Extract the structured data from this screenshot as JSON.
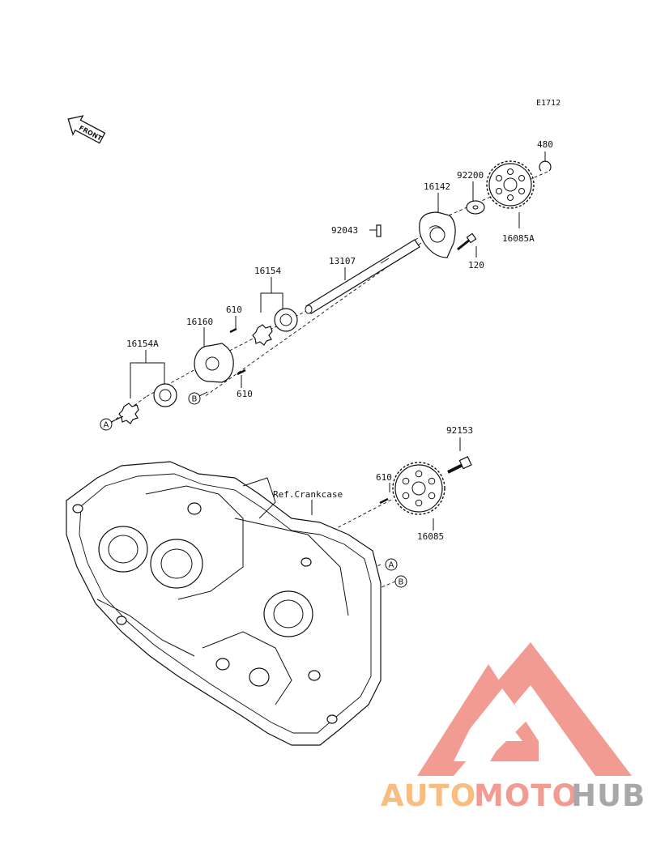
{
  "diagram_code": "E1712",
  "front_badge": "FRONT",
  "parts": {
    "p480": "480",
    "p92200": "92200",
    "p16142": "16142",
    "p16085A": "16085A",
    "p92043": "92043",
    "p120": "120",
    "p13107": "13107",
    "p16154": "16154",
    "p610a": "610",
    "p16160": "16160",
    "p16154A": "16154A",
    "p610b": "610",
    "p92153": "92153",
    "p610c": "610",
    "p16085": "16085",
    "ref_crankcase": "Ref.Crankcase"
  },
  "markers": {
    "a1": "A",
    "b1": "B",
    "a2": "A",
    "b2": "B"
  },
  "watermark": {
    "word1": "AUTO",
    "word2": "MOTO",
    "word3": "HUB"
  },
  "colors": {
    "watermark_red": "#f08a80",
    "watermark_orange": "#f7b26a",
    "watermark_dark": "#9a9a9a",
    "line": "#111111"
  }
}
